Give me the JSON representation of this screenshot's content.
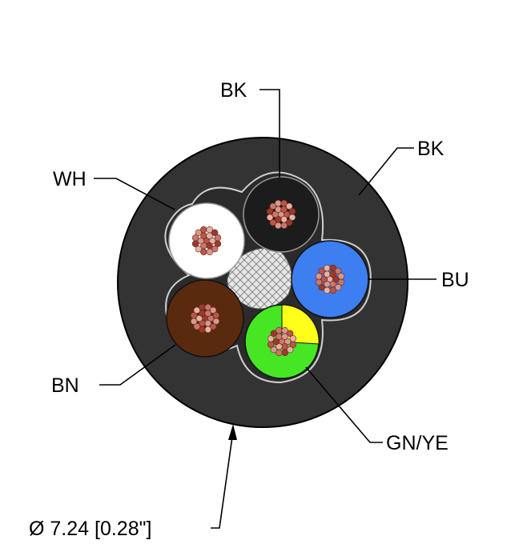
{
  "cable": {
    "jacket_label": "BK",
    "jacket_color": "#333333",
    "filler_color": "#d8d8d8",
    "diameter_label": "Ø 7.24 [0.28\"]"
  },
  "conductors": [
    {
      "id": "top",
      "label": "BK",
      "color": "#1c1c1c"
    },
    {
      "id": "left",
      "label": "WH",
      "color": "#ffffff"
    },
    {
      "id": "right",
      "label": "BU",
      "color": "#3d7ef0"
    },
    {
      "id": "bottom-left",
      "label": "BN",
      "color": "#5a2a0e"
    },
    {
      "id": "bottom",
      "label": "GN/YE",
      "color": "#46e625",
      "stripe_color": "#ffff1a"
    }
  ],
  "copper_colors": [
    "#d39a8e",
    "#b8564a",
    "#e2b3a6",
    "#9a3a2e",
    "#c7786c"
  ]
}
